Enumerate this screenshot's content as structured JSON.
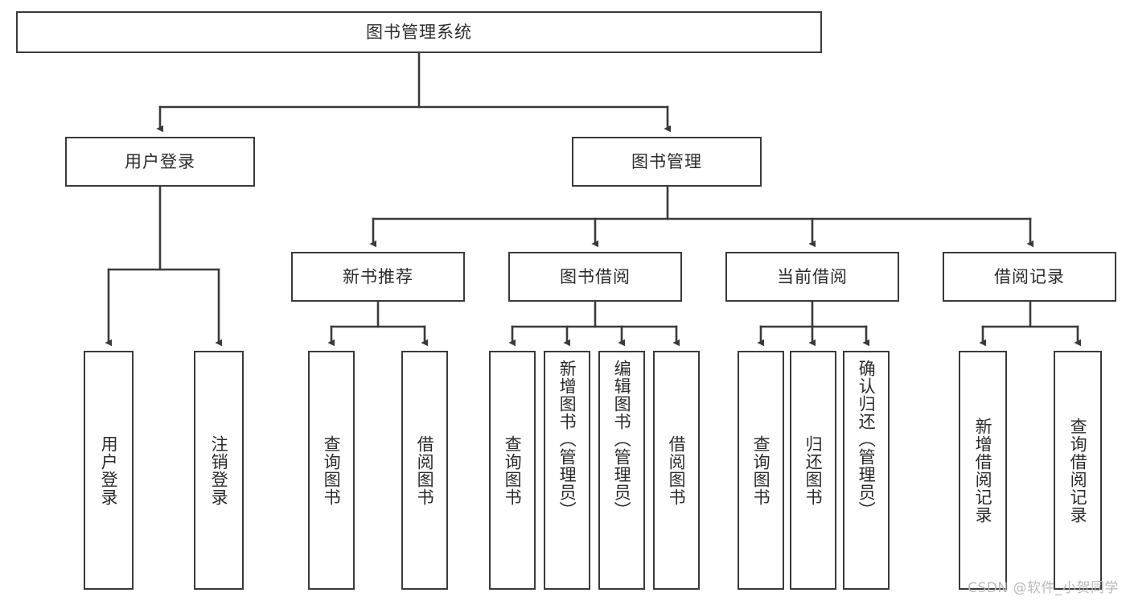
{
  "title": "图书管理系统",
  "watermark": "CSDN @软件_小贺同学",
  "theme": {
    "background": "#ffffff",
    "box_border": "#3a3a3a",
    "edge_color": "#3a3a3a",
    "text_color": "#2b2b2b",
    "watermark_color": "#b9b9b9"
  },
  "chart_data": {
    "type": "diagram",
    "diagram_kind": "tree / functional structure chart",
    "orientation": "top-down",
    "levels": 4,
    "root": "图书管理系统",
    "nodes": [
      {
        "id": "root",
        "label": "图书管理系统",
        "level": 0,
        "parent": null,
        "orientation": "horizontal"
      },
      {
        "id": "l2a",
        "label": "用户登录",
        "level": 1,
        "parent": "root",
        "orientation": "horizontal"
      },
      {
        "id": "l2b",
        "label": "图书管理",
        "level": 1,
        "parent": "root",
        "orientation": "horizontal"
      },
      {
        "id": "l3a",
        "label": "新书推荐",
        "level": 2,
        "parent": "l2b",
        "orientation": "horizontal"
      },
      {
        "id": "l3b",
        "label": "图书借阅",
        "level": 2,
        "parent": "l2b",
        "orientation": "horizontal"
      },
      {
        "id": "l3c",
        "label": "当前借阅",
        "level": 2,
        "parent": "l2b",
        "orientation": "horizontal"
      },
      {
        "id": "l3d",
        "label": "借阅记录",
        "level": 2,
        "parent": "l2b",
        "orientation": "horizontal"
      },
      {
        "id": "leaf1",
        "label": "用户登录",
        "level": 3,
        "parent": "l2a",
        "orientation": "vertical"
      },
      {
        "id": "leaf2",
        "label": "注销登录",
        "level": 3,
        "parent": "l2a",
        "orientation": "vertical"
      },
      {
        "id": "leaf3",
        "label": "查询图书",
        "level": 3,
        "parent": "l3a",
        "orientation": "vertical"
      },
      {
        "id": "leaf4",
        "label": "借阅图书",
        "level": 3,
        "parent": "l3a",
        "orientation": "vertical"
      },
      {
        "id": "leaf5",
        "label": "查询图书",
        "level": 3,
        "parent": "l3b",
        "orientation": "vertical"
      },
      {
        "id": "leaf6",
        "label": "新增图书（管理员）",
        "level": 3,
        "parent": "l3b",
        "orientation": "vertical"
      },
      {
        "id": "leaf7",
        "label": "编辑图书（管理员）",
        "level": 3,
        "parent": "l3b",
        "orientation": "vertical"
      },
      {
        "id": "leaf8",
        "label": "借阅图书",
        "level": 3,
        "parent": "l3b",
        "orientation": "vertical"
      },
      {
        "id": "leaf9",
        "label": "查询图书",
        "level": 3,
        "parent": "l3c",
        "orientation": "vertical"
      },
      {
        "id": "leaf10",
        "label": "归还图书",
        "level": 3,
        "parent": "l3c",
        "orientation": "vertical"
      },
      {
        "id": "leaf11",
        "label": "确认归还（管理员）",
        "level": 3,
        "parent": "l3c",
        "orientation": "vertical"
      },
      {
        "id": "leaf12",
        "label": "新增借阅记录",
        "level": 3,
        "parent": "l3d",
        "orientation": "vertical"
      },
      {
        "id": "leaf13",
        "label": "查询借阅记录",
        "level": 3,
        "parent": "l3d",
        "orientation": "vertical"
      }
    ],
    "edges": [
      {
        "from": "root",
        "to": "l2a"
      },
      {
        "from": "root",
        "to": "l2b"
      },
      {
        "from": "l2a",
        "to": "leaf1"
      },
      {
        "from": "l2a",
        "to": "leaf2"
      },
      {
        "from": "l2b",
        "to": "l3a"
      },
      {
        "from": "l2b",
        "to": "l3b"
      },
      {
        "from": "l2b",
        "to": "l3c"
      },
      {
        "from": "l2b",
        "to": "l3d"
      },
      {
        "from": "l3a",
        "to": "leaf3"
      },
      {
        "from": "l3a",
        "to": "leaf4"
      },
      {
        "from": "l3b",
        "to": "leaf5"
      },
      {
        "from": "l3b",
        "to": "leaf6"
      },
      {
        "from": "l3b",
        "to": "leaf7"
      },
      {
        "from": "l3b",
        "to": "leaf8"
      },
      {
        "from": "l3c",
        "to": "leaf9"
      },
      {
        "from": "l3c",
        "to": "leaf10"
      },
      {
        "from": "l3c",
        "to": "leaf11"
      },
      {
        "from": "l3d",
        "to": "leaf12"
      },
      {
        "from": "l3d",
        "to": "leaf13"
      }
    ]
  }
}
